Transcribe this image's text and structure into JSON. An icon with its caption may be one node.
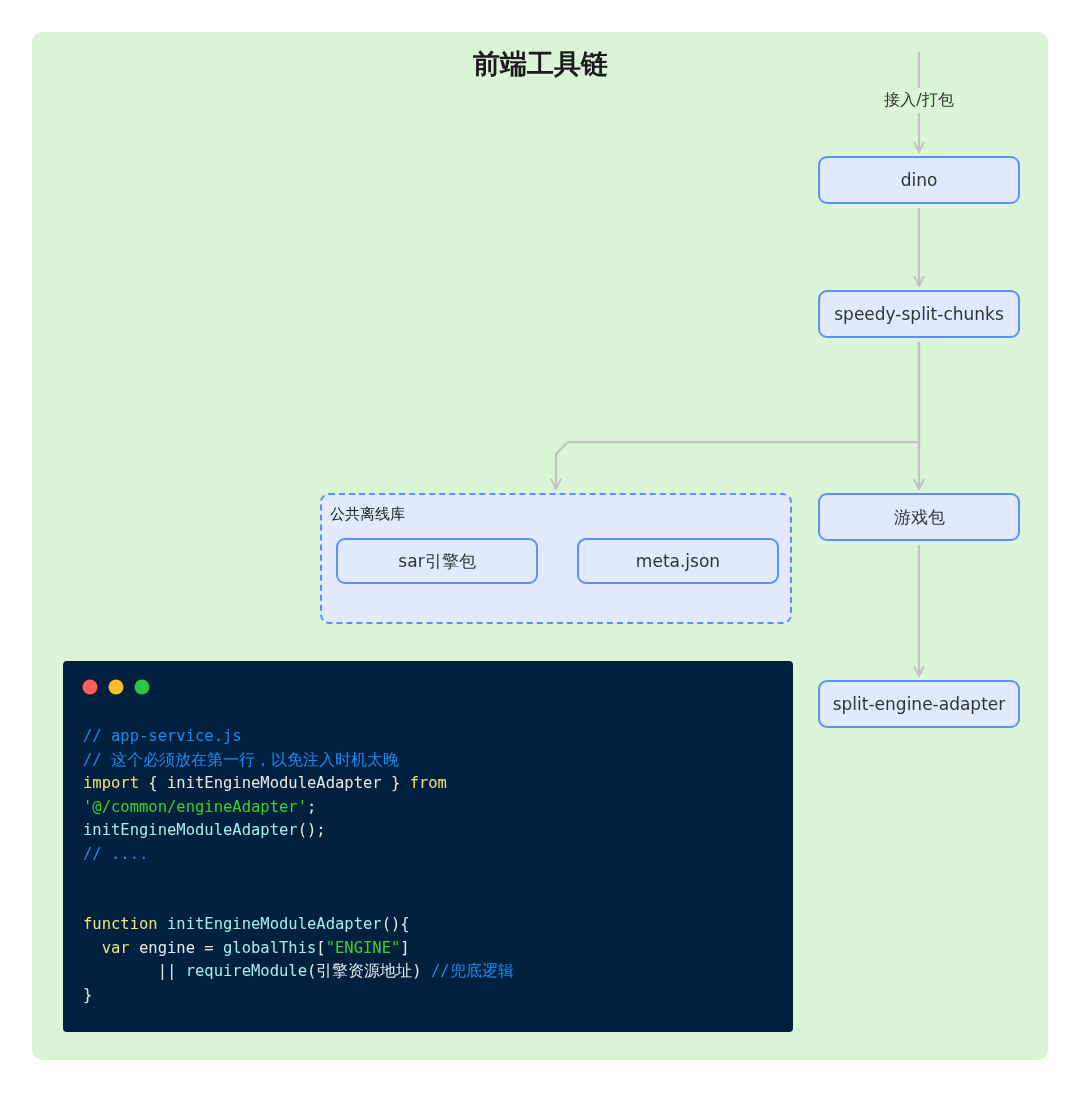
{
  "diagram": {
    "nodes": [
      {
        "text": [
          "前端工具链"
        ]
      },
      {
        "text": [
          "dino"
        ],
        "in": 0
      },
      {
        "text": [
          "speedy-split-chunks"
        ],
        "in": 0
      },
      {
        "text": [
          "公共离线库"
        ],
        "in": 0
      },
      {
        "text": [
          "sar引擎包"
        ],
        "in": 3
      },
      {
        "text": [
          "meta.json"
        ],
        "in": 3
      },
      {
        "text": [
          "游戏包"
        ],
        "in": 0
      },
      {
        "text": [
          "split-engine-adapter"
        ],
        "in": 0
      },
      {
        "text": [
          "// app-service.js",
          "// 这个必须放在第一行，以免注入时机太晚",
          "import { initEngineModuleAdapter } from",
          "'@/common/engineAdapter';",
          "initEngineModuleAdapter();",
          "// ....",
          "function initEngineModuleAdapter(){",
          "  var engine = globalThis[\"ENGINE\"]",
          "        || requireModule(引擎资源地址) //兜底逻辑",
          "}"
        ],
        "in": 0
      }
    ],
    "edges": [
      {
        "from": null,
        "to": 1,
        "arrow": "to",
        "label": "接入/打包"
      },
      {
        "from": 1,
        "to": 2,
        "arrow": "to"
      },
      {
        "from": 2,
        "to": 3,
        "arrow": "to"
      },
      {
        "from": 2,
        "to": 6,
        "arrow": "to"
      },
      {
        "from": 6,
        "to": 7,
        "arrow": "to"
      }
    ]
  }
}
